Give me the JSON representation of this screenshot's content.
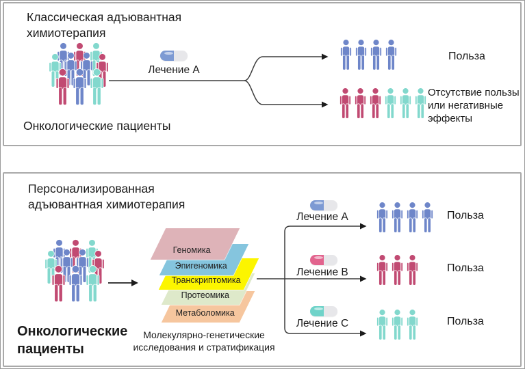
{
  "classic_panel": {
    "title": "Классическая адъювантная химиотерапия",
    "patients_label": "Онкологические пациенты",
    "treatment": {
      "label": "Лечение А",
      "pill_color": "#7D9AD3"
    },
    "outcome_benefit": {
      "label": "Польза",
      "people": {
        "color_name": "blue",
        "count": 4
      }
    },
    "outcome_no_benefit": {
      "label": "Отсутствие пользы или негативные эффекты",
      "people": [
        {
          "color_name": "crimson",
          "count": 3
        },
        {
          "color_name": "teal",
          "count": 3
        }
      ]
    }
  },
  "personalized_panel": {
    "title": "Персонализированная адъювантная химиотерапия",
    "patients_label": "Онкологические пациенты",
    "stack_caption": "Молекулярно-генетические исследования и стратификация",
    "omics_layers": [
      {
        "label": "Геномика",
        "color": "#DEB3B8"
      },
      {
        "label": "Эпигеномика",
        "color": "#85C5DE"
      },
      {
        "label": "Транскриптомика",
        "color": "#FCF500"
      },
      {
        "label": "Протеомика",
        "color": "#DEE9CA"
      },
      {
        "label": "Метаболомика",
        "color": "#F6C69E"
      }
    ],
    "treatments": [
      {
        "label": "Лечение А",
        "pill_color": "#7D9AD3",
        "outcome_label": "Польза",
        "people": {
          "color_name": "blue",
          "count": 4
        }
      },
      {
        "label": "Лечение B",
        "pill_color": "#E2648E",
        "outcome_label": "Польза",
        "people": {
          "color_name": "crimson",
          "count": 3
        }
      },
      {
        "label": "Лечение C",
        "pill_color": "#6FD3C9",
        "outcome_label": "Польза",
        "people": {
          "color_name": "teal",
          "count": 3
        }
      }
    ]
  },
  "person_colors": {
    "blue": "#6E86C9",
    "crimson": "#C14A72",
    "teal": "#82D8CD"
  },
  "pill_base_color": "#E7E7EA"
}
